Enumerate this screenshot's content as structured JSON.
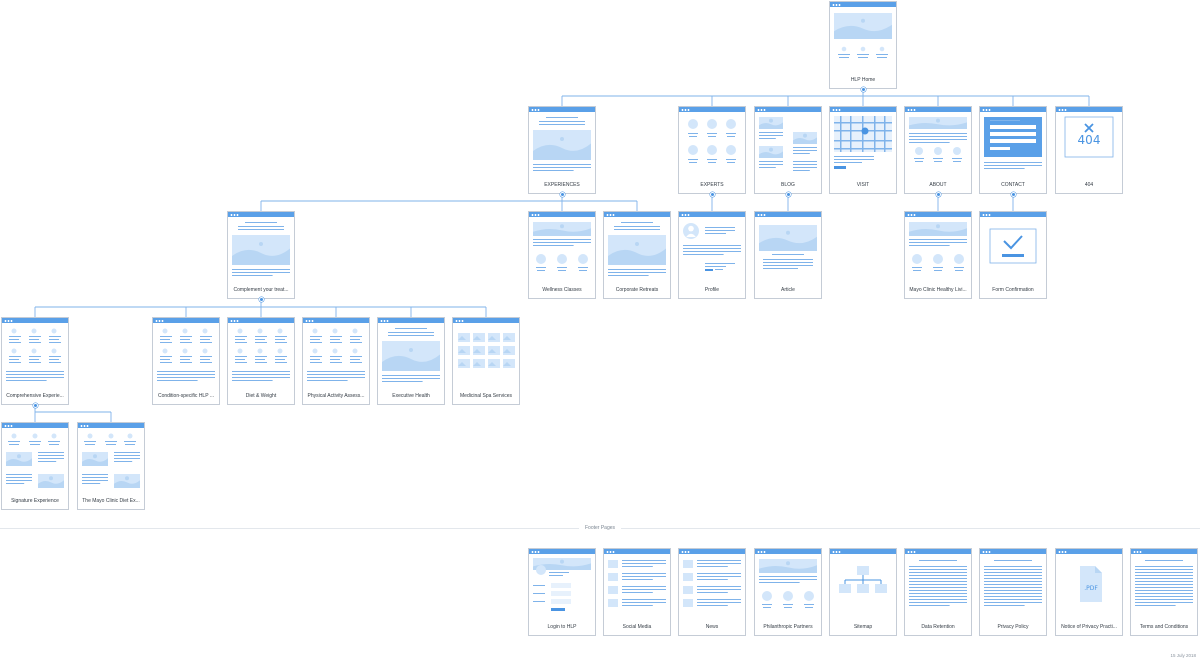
{
  "colors": {
    "accent": "#5aa0e8",
    "line": "#7fb3ea",
    "fill": "#d3e6fa",
    "border": "#c5ccd6"
  },
  "pages": {
    "home": {
      "label": "HLP Home",
      "icon": "home-wireframe"
    },
    "experiences": {
      "label": "EXPERIENCES",
      "icon": "hero-wireframe"
    },
    "experts": {
      "label": "EXPERTS",
      "icon": "profiles-grid-wireframe"
    },
    "blog": {
      "label": "BLOG",
      "icon": "blog-wireframe"
    },
    "visit": {
      "label": "VISIT",
      "icon": "map-wireframe"
    },
    "about": {
      "label": "ABOUT",
      "icon": "about-wireframe"
    },
    "contact": {
      "label": "CONTACT",
      "icon": "form-wireframe"
    },
    "notfound": {
      "label": "404",
      "icon": "404-wireframe",
      "code": "404"
    },
    "complement": {
      "label": "Complement your treat...",
      "icon": "hero-wireframe"
    },
    "wellness": {
      "label": "Wellness Classes",
      "icon": "hero-profiles-wireframe"
    },
    "corporate": {
      "label": "Corporate Retreats",
      "icon": "hero-wireframe"
    },
    "profile": {
      "label": "Profile",
      "icon": "profile-wireframe"
    },
    "article": {
      "label": "Article",
      "icon": "article-wireframe"
    },
    "mayo_living": {
      "label": "Mayo Clinic Healthy Livi...",
      "icon": "hero-profiles-wireframe"
    },
    "form_confirmation": {
      "label": "Form Confirmation",
      "icon": "checkmark-wireframe"
    },
    "comprehensive": {
      "label": "Comprehensive Experie...",
      "icon": "grid-wireframe"
    },
    "condition": {
      "label": "Condition-specific HLP ...",
      "icon": "grid-wireframe"
    },
    "diet": {
      "label": "Diet & Weight",
      "icon": "grid-wireframe"
    },
    "physical": {
      "label": "Physical Activity Assess...",
      "icon": "grid-wireframe"
    },
    "executive": {
      "label": "Executive Health",
      "icon": "hero-wireframe"
    },
    "spa": {
      "label": "Medicinal Spa Services",
      "icon": "image-grid-wireframe"
    },
    "signature": {
      "label": "Signature Experience",
      "icon": "mixed-grid-wireframe"
    },
    "mayo_diet": {
      "label": "The Mayo Clinic Diet Ex...",
      "icon": "mixed-grid-wireframe"
    },
    "login": {
      "label": "Login to HLP",
      "icon": "login-wireframe"
    },
    "social": {
      "label": "Social Media",
      "icon": "list-wireframe"
    },
    "news": {
      "label": "News",
      "icon": "list-wireframe"
    },
    "philanthropic": {
      "label": "Philanthropic Partners",
      "icon": "hero-profiles-wireframe"
    },
    "sitemap": {
      "label": "Sitemap",
      "icon": "sitemap-wireframe"
    },
    "retention": {
      "label": "Data Retention",
      "icon": "text-wireframe"
    },
    "privacy_policy": {
      "label": "Privacy Policy",
      "icon": "text-wireframe"
    },
    "privacy_notice": {
      "label": "Notice of Privacy Practi...",
      "icon": "pdf-wireframe",
      "file_type": ".PDF"
    },
    "terms": {
      "label": "Terms and Conditions",
      "icon": "text-wireframe"
    }
  },
  "tree": [
    [
      "home",
      "experiences"
    ],
    [
      "home",
      "experts"
    ],
    [
      "home",
      "blog"
    ],
    [
      "home",
      "visit"
    ],
    [
      "home",
      "about"
    ],
    [
      "home",
      "contact"
    ],
    [
      "home",
      "notfound"
    ],
    [
      "experiences",
      "complement"
    ],
    [
      "experiences",
      "wellness"
    ],
    [
      "experiences",
      "corporate"
    ],
    [
      "experts",
      "profile"
    ],
    [
      "blog",
      "article"
    ],
    [
      "about",
      "mayo_living"
    ],
    [
      "contact",
      "form_confirmation"
    ],
    [
      "complement",
      "comprehensive"
    ],
    [
      "complement",
      "condition"
    ],
    [
      "complement",
      "diet"
    ],
    [
      "complement",
      "physical"
    ],
    [
      "complement",
      "executive"
    ],
    [
      "complement",
      "spa"
    ],
    [
      "comprehensive",
      "signature"
    ],
    [
      "comprehensive",
      "mayo_diet"
    ]
  ],
  "footer": {
    "title": "Footer Pages",
    "pages": [
      "login",
      "social",
      "news",
      "philanthropic",
      "sitemap",
      "retention",
      "privacy_policy",
      "privacy_notice",
      "terms"
    ]
  },
  "date": "15 July 2018"
}
